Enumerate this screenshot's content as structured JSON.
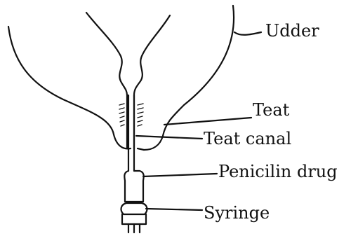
{
  "labels": {
    "udder": "Udder",
    "teat": "Teat",
    "teat_canal": "Teat canal",
    "drug": "Penicilin drug",
    "syringe": "Syringe"
  }
}
